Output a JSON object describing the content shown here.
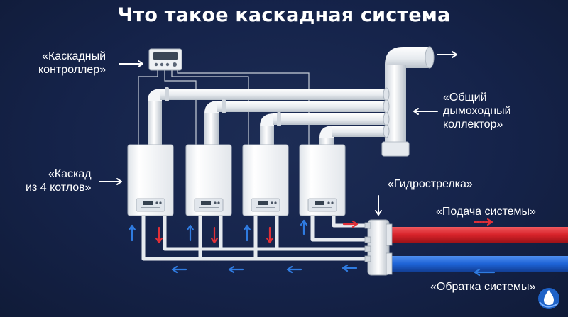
{
  "title": "Что такое каскадная система",
  "labels": {
    "controller": [
      "«Каскадный",
      "контроллер»"
    ],
    "chimney": [
      "«Общий",
      "дымоходный",
      "коллектор»"
    ],
    "cascade": [
      "«Каскад",
      "из 4 котлов»"
    ],
    "hydro": "«Гидрострелка»",
    "supply": "«Подача системы»",
    "return": "«Обратка системы»"
  },
  "boilers": [
    {
      "id": 1,
      "label": "boiler-1"
    },
    {
      "id": 2,
      "label": "boiler-2"
    },
    {
      "id": 3,
      "label": "boiler-3"
    },
    {
      "id": 4,
      "label": "boiler-4"
    }
  ],
  "colors": {
    "background": "#15234a",
    "supply_pipe": "#d8232a",
    "return_pipe": "#1e63d6",
    "arrow_red": "#e03038",
    "arrow_blue": "#2f7be0",
    "flue_pipe": "#e9edf1",
    "boiler_body": "#f3f5f7"
  },
  "icons": [
    "controller-icon",
    "logo-icon"
  ]
}
